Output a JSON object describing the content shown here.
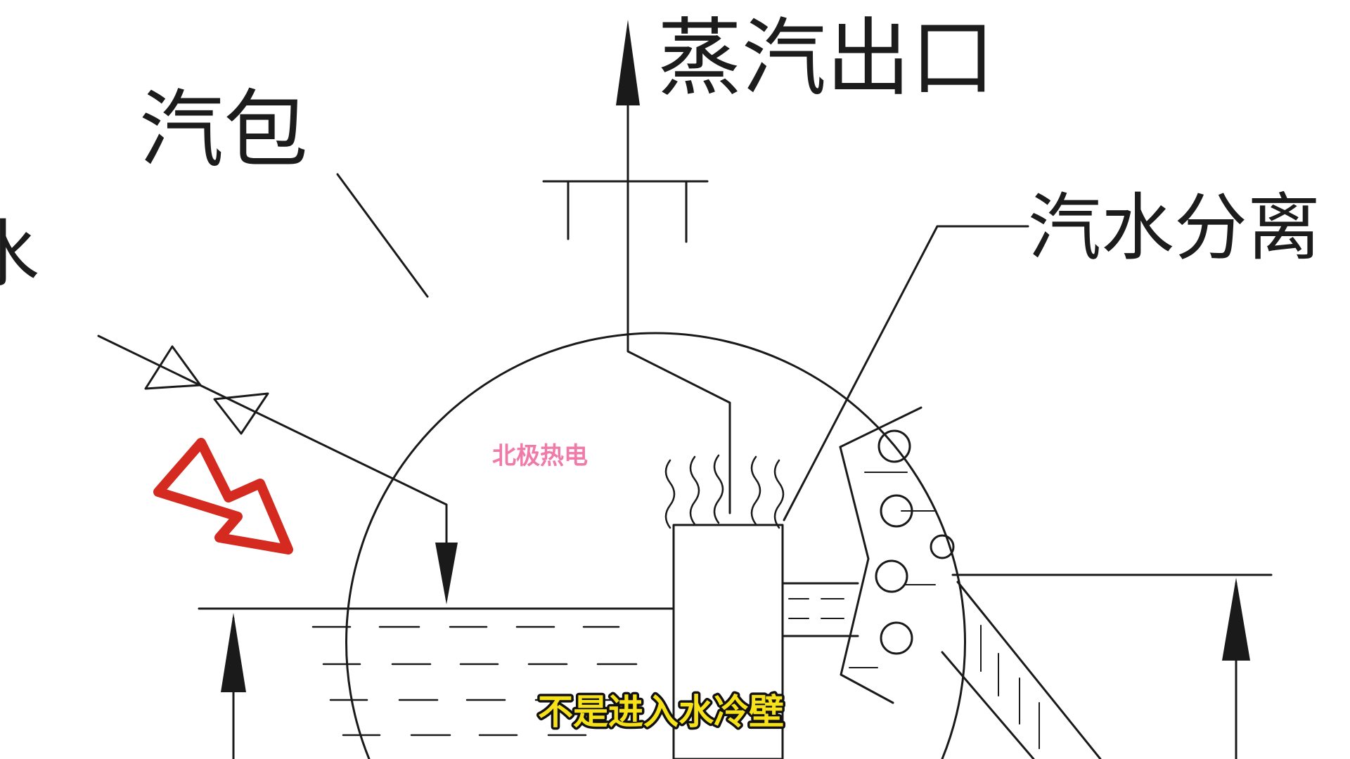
{
  "diagram": {
    "labels": {
      "steam_outlet": "蒸汽出口",
      "steam_drum": "汽包",
      "separator": "汽水分离",
      "water_partial": "水"
    },
    "watermark": "北极热电",
    "subtitle": "不是进入水冷壁",
    "colors": {
      "line": "#1a1a1a",
      "pointer_arrow": "#d42a20",
      "watermark": "#f07aa8",
      "subtitle_fill": "#f7e21a",
      "subtitle_outline": "#111111"
    }
  }
}
